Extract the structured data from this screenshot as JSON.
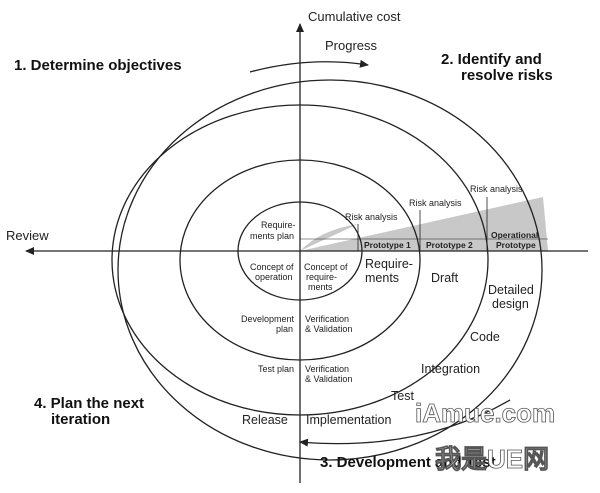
{
  "quadrants": {
    "q1": "1. Determine objectives",
    "q2_line1": "2. Identify and",
    "q2_line2": "resolve risks",
    "q3": "3. Development and Test",
    "q4_line1": "4. Plan the next",
    "q4_line2": "iteration"
  },
  "axes": {
    "y_label": "Cumulative cost",
    "x_label": "Review",
    "progress": "Progress"
  },
  "risk_analysis": [
    "Risk analysis",
    "Risk analysis",
    "Risk analysis"
  ],
  "prototypes": [
    "Prototype 1",
    "Prototype 2"
  ],
  "operational_prototype": [
    "Operational",
    "Prototype"
  ],
  "inner_labels": {
    "requirements_plan": [
      "Require-",
      "ments plan"
    ],
    "concept_of_operation": [
      "Concept of",
      "operation"
    ],
    "concept_of_requirements": [
      "Concept of",
      "require-",
      "ments"
    ],
    "development_plan": [
      "Development",
      "plan"
    ],
    "verification_1": [
      "Verification",
      "& Validation"
    ],
    "test_plan": "Test plan",
    "verification_2": [
      "Verification",
      "& Validation"
    ]
  },
  "phases": {
    "requirements": [
      "Require-",
      "ments"
    ],
    "draft": "Draft",
    "detailed_design": [
      "Detailed",
      "design"
    ],
    "code": "Code",
    "integration": "Integration",
    "test": "Test",
    "implementation": "Implementation",
    "release": "Release"
  },
  "watermark": {
    "line1": "iAmue.com",
    "line2": "我是UE网"
  }
}
